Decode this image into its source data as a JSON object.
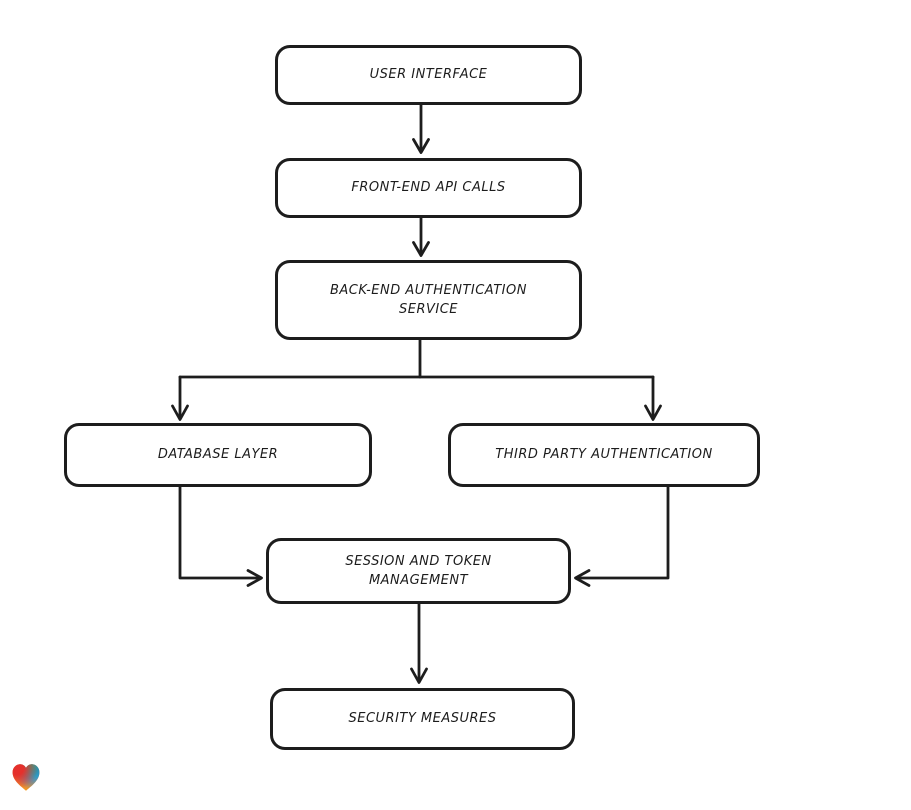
{
  "page": {
    "background": "#ffffff"
  },
  "diagram": {
    "type": "flowchart",
    "direction": "top-down",
    "style": "hand-drawn",
    "stroke_color": "#1d1d1d",
    "node_fill": "#ffffff",
    "nodes": [
      {
        "id": "user-interface",
        "label": "USER INTERFACE"
      },
      {
        "id": "front-end-api-calls",
        "label": "FRONT-END API CALLS"
      },
      {
        "id": "back-end-authentication-service",
        "label": "BACK-END AUTHENTICATION SERVICE"
      },
      {
        "id": "database-layer",
        "label": "DATABASE LAYER"
      },
      {
        "id": "third-party-authentication",
        "label": "THIRD PARTY AUTHENTICATION"
      },
      {
        "id": "session-and-token-management",
        "label": "SESSION AND TOKEN MANAGEMENT"
      },
      {
        "id": "security-measures",
        "label": "SECURITY MEASURES"
      }
    ],
    "edges": [
      {
        "from": "user-interface",
        "to": "front-end-api-calls"
      },
      {
        "from": "front-end-api-calls",
        "to": "back-end-authentication-service"
      },
      {
        "from": "back-end-authentication-service",
        "to": "database-layer"
      },
      {
        "from": "back-end-authentication-service",
        "to": "third-party-authentication"
      },
      {
        "from": "database-layer",
        "to": "session-and-token-management"
      },
      {
        "from": "third-party-authentication",
        "to": "session-and-token-management"
      },
      {
        "from": "session-and-token-management",
        "to": "security-measures"
      }
    ],
    "logo": {
      "name": "eraser-heart-logo",
      "colors": [
        "#e5302c",
        "#2aa77b",
        "#2f9ad0",
        "#f6a21d"
      ]
    }
  }
}
